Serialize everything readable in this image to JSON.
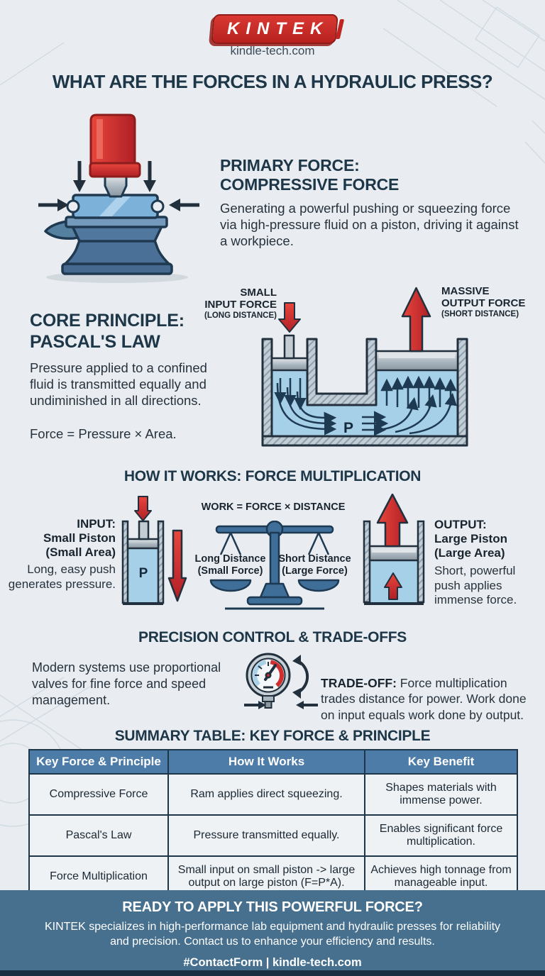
{
  "brand": {
    "logo_text": "KINTEK",
    "website": "kindle-tech.com"
  },
  "title": "WHAT ARE THE FORCES IN A HYDRAULIC PRESS?",
  "primary": {
    "heading": "PRIMARY FORCE:\nCOMPRESSIVE FORCE",
    "body": "Generating a powerful pushing or squeezing force\nvia high-pressure fluid on a piston, driving it against\na workpiece."
  },
  "pascal": {
    "heading": "CORE PRINCIPLE:\nPASCAL'S LAW",
    "body": "Pressure applied to a confined\nfluid is transmitted equally and\nundiminished in all directions.",
    "formula": "Force = Pressure × Area.",
    "diagram": {
      "input_label": "SMALL\nINPUT FORCE",
      "input_sub": "(LONG DISTANCE)",
      "output_label": "MASSIVE\nOUTPUT FORCE",
      "output_sub": "(SHORT DISTANCE)",
      "pressure_symbol": "P"
    }
  },
  "how": {
    "title": "HOW IT WORKS: FORCE MULTIPLICATION",
    "input_label": "INPUT:\nSmall Piston\n(Small Area)",
    "input_body": "Long, easy push\ngenerates pressure.",
    "input_symbol": "P",
    "work_formula": "WORK = FORCE × DISTANCE",
    "scale_left": "Long Distance\n(Small Force)",
    "scale_right": "Short Distance\n(Large Force)",
    "output_label": "OUTPUT:\nLarge Piston\n(Large Area)",
    "output_body": "Short, powerful\npush applies\nimmense force."
  },
  "precision": {
    "title": "PRECISION CONTROL & TRADE-OFFS",
    "left_text": "Modern systems use proportional\nvalves for fine force and speed\nmanagement.",
    "tradeoff_label": "TRADE-OFF:",
    "tradeoff_text": " Force multiplication\ntrades distance for power. Work done\non input equals work done by output."
  },
  "summary": {
    "title": "SUMMARY TABLE: KEY FORCE & PRINCIPLE",
    "headers": [
      "Key Force & Principle",
      "How It Works",
      "Key Benefit"
    ],
    "rows": [
      [
        "Compressive Force",
        "Ram applies direct squeezing.",
        "Shapes materials with\nimmense power."
      ],
      [
        "Pascal's Law",
        "Pressure transmitted equally.",
        "Enables significant force\nmultiplication."
      ],
      [
        "Force Multiplication",
        "Small input on small piston -> large\noutput on large piston (F=P*A).",
        "Achieves high tonnage from\nmanageable input."
      ]
    ]
  },
  "footer": {
    "title": "READY TO APPLY THIS POWERFUL FORCE?",
    "body": "KINTEK specializes in high-performance lab equipment and hydraulic presses for reliability\nand precision. Contact us to enhance your efficiency and results.",
    "contact": "#ContactForm | kindle-tech.com"
  },
  "colors": {
    "accent_red": "#c4262b",
    "navy": "#1d3648",
    "steel_blue": "#4e7ca8",
    "footer_blue": "#47708e",
    "fluid_blue": "#a6cfe8",
    "background": "#e9edf1"
  }
}
